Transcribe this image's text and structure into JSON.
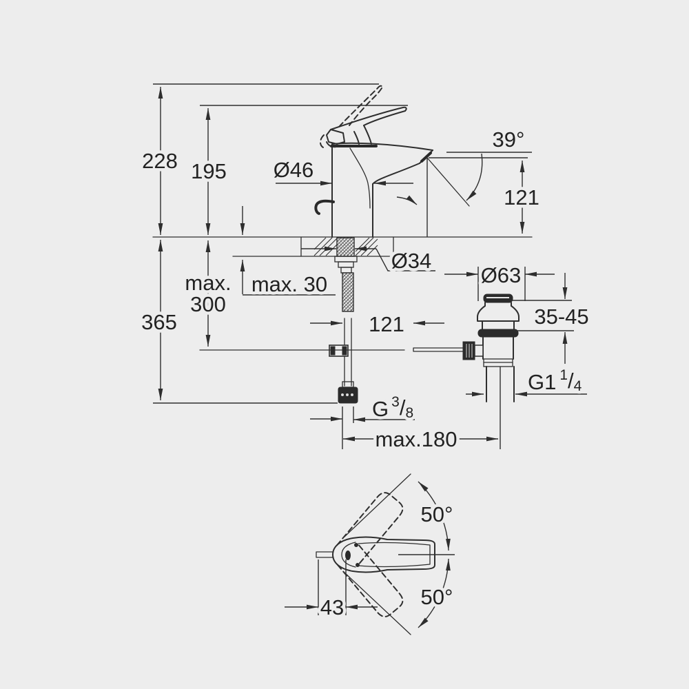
{
  "meta": {
    "drawing_type": "sanitary-fitting dimensional drawing",
    "views": [
      "front-section-view",
      "handle-top-view"
    ],
    "colors": {
      "background": "#ededed",
      "lines": "#2e2e2e",
      "text": "#222222"
    }
  },
  "front_view": {
    "overall_height": "228",
    "body_height": "195",
    "body_diameter": "Ø46",
    "spout_angle": "39°",
    "spout_height": "121",
    "hole_diameter": "Ø34",
    "max_deck_thickness": "max. 30",
    "rod_length_line1": "max.",
    "rod_length_line2": "300",
    "hose_length": "365",
    "rod_offset": "121",
    "waste_flange_diameter": "Ø63",
    "waste_clamp_range": "35-45",
    "waste_thread": {
      "base": "G1",
      "sup": "1",
      "slash": "/",
      "sub": "4"
    },
    "supply_thread": {
      "base": "G",
      "sup": "3",
      "slash": "/",
      "sub": "8"
    },
    "max_rod_reach": "max.180"
  },
  "top_view": {
    "swivel_angle_up": "50°",
    "swivel_angle_down": "50°",
    "rod_to_center": "43"
  }
}
